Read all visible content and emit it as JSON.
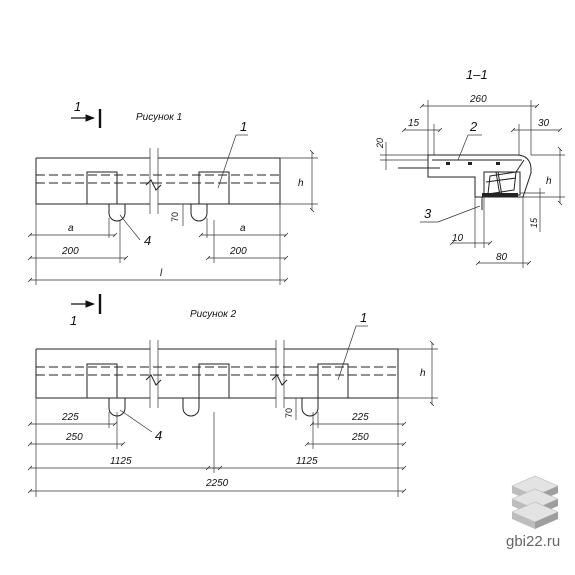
{
  "figure1": {
    "title": "Рисунок 1",
    "section_mark": "1",
    "callouts": [
      "1",
      "4"
    ],
    "height_label": "h",
    "dim_70": "70",
    "dim_a_left": "a",
    "dim_a_right": "a",
    "dim_200_left": "200",
    "dim_200_right": "200",
    "dim_total": "l"
  },
  "figure2": {
    "title": "Рисунок 2",
    "section_mark": "1",
    "callouts": [
      "1",
      "4"
    ],
    "height_label": "h",
    "dim_70": "70",
    "dim_225_left": "225",
    "dim_225_right": "225",
    "dim_250_left": "250",
    "dim_250_right": "250",
    "dim_1125_left": "1125",
    "dim_1125_right": "1125",
    "dim_total": "2250"
  },
  "section": {
    "title": "1–1",
    "dim_width": "260",
    "dim_15_top": "15",
    "dim_30": "30",
    "dim_20": "20",
    "dim_h": "h",
    "dim_15_right": "15",
    "dim_10": "10",
    "dim_80": "80",
    "callout_2": "2",
    "callout_3": "3"
  },
  "watermark": {
    "text": "gbi22.ru",
    "icon": "stacked-slabs-icon"
  }
}
